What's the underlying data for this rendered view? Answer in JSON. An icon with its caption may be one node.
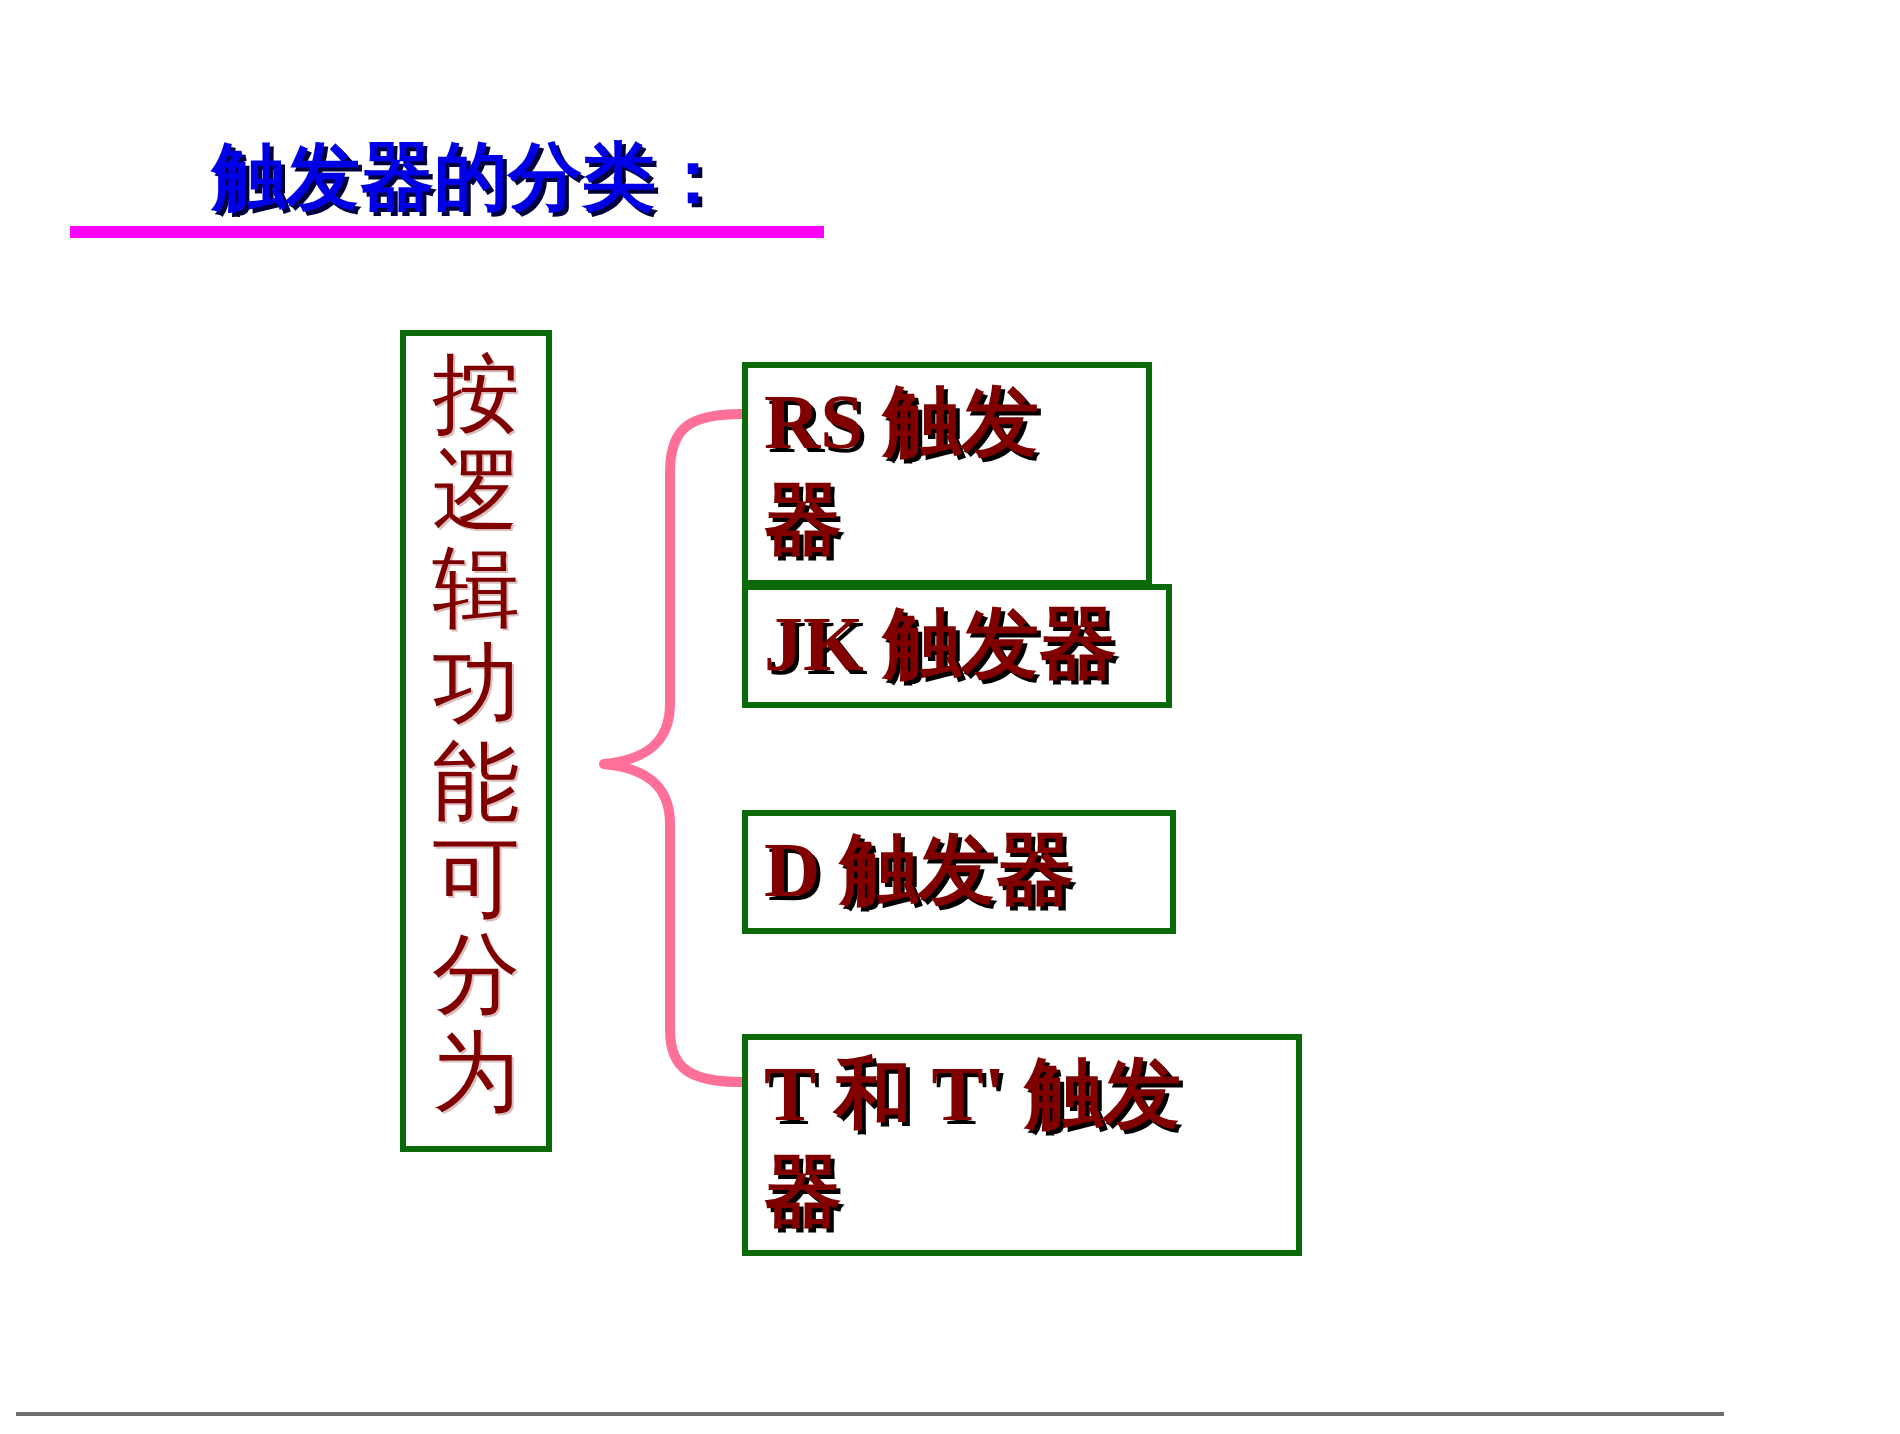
{
  "diagram": {
    "title": "触发器的分类：",
    "nodes": [
      {
        "text": [
          "按逻辑功能可分为"
        ]
      },
      {
        "text": [
          "RS 触发器"
        ]
      },
      {
        "text": [
          "JK 触发器"
        ]
      },
      {
        "text": [
          "D 触发器"
        ]
      },
      {
        "text": [
          "T 和 T' 触发器"
        ]
      }
    ]
  }
}
